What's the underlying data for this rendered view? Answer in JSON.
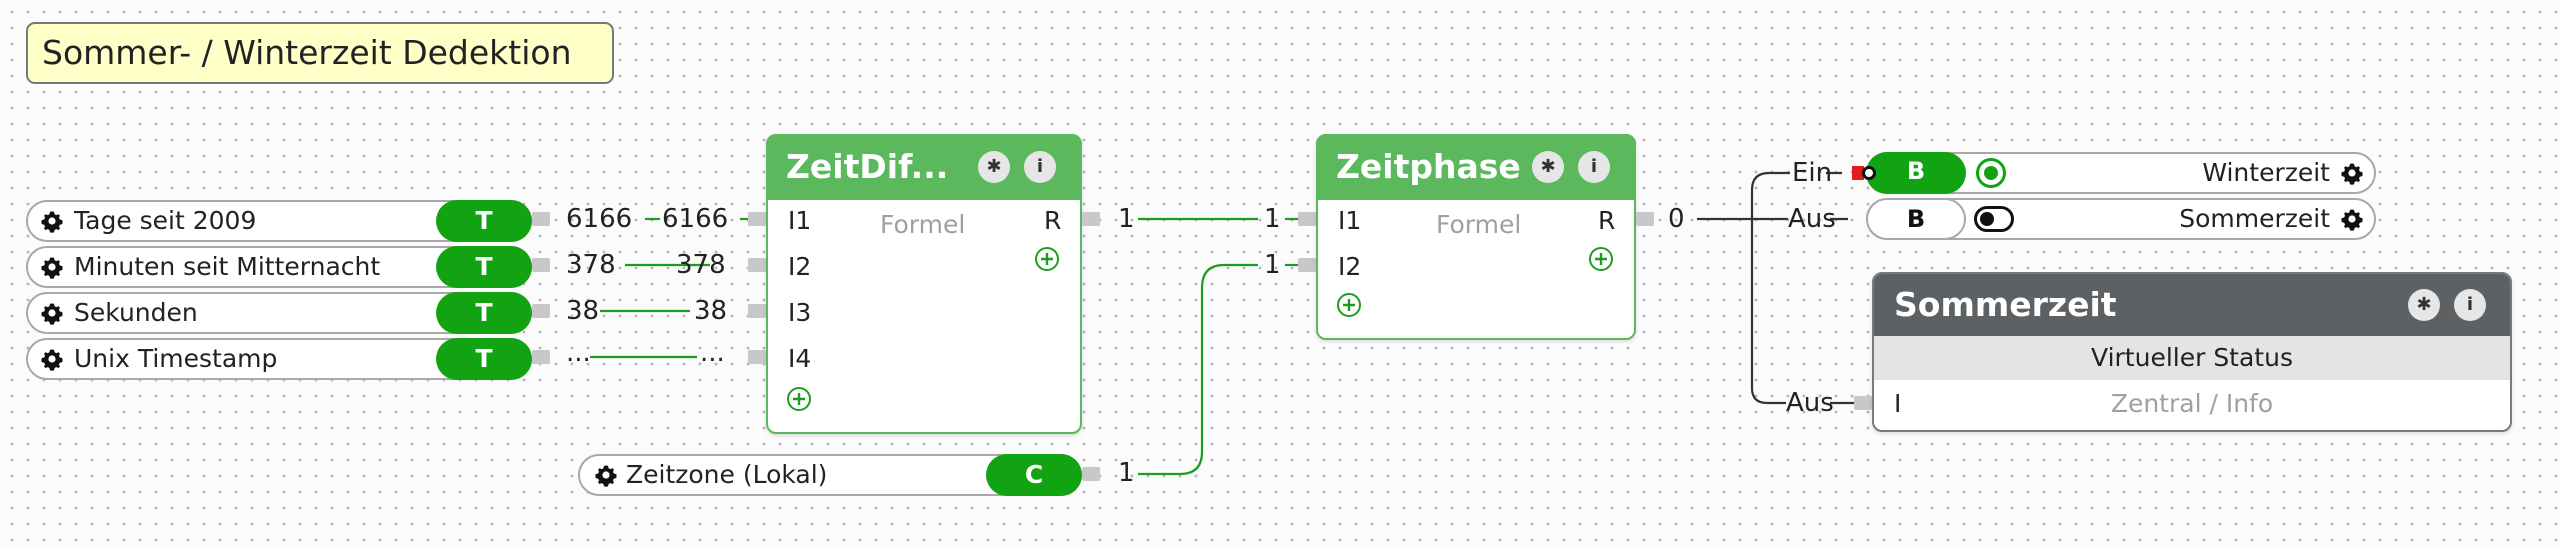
{
  "title_note": "Sommer- / Winterzeit Dedektion",
  "inputs": [
    {
      "label": "Tage seit 2009",
      "badge": "T",
      "value_out": "6166",
      "value_in": "6166",
      "port": "I1"
    },
    {
      "label": "Minuten seit Mitternacht",
      "badge": "T",
      "value_out": "378",
      "value_in": "378",
      "port": "I2"
    },
    {
      "label": "Sekunden",
      "badge": "T",
      "value_out": "38",
      "value_in": "38",
      "port": "I3"
    },
    {
      "label": "Unix Timestamp",
      "badge": "T",
      "value_out": "...",
      "value_in": "...",
      "port": "I4"
    }
  ],
  "zeitzone": {
    "label": "Zeitzone (Lokal)",
    "badge": "C",
    "value": "1"
  },
  "block1": {
    "title": "ZeitDif...",
    "subtitle": "Formel",
    "output": "R",
    "output_value": "1"
  },
  "block2": {
    "title": "Zeitphase",
    "inputs": [
      "I1",
      "I2"
    ],
    "subtitle": "Formel",
    "output": "R",
    "input_values": [
      "1",
      "1"
    ],
    "output_value": "0"
  },
  "outputs": [
    {
      "connector": "Ein",
      "badge": "B",
      "label": "Winterzeit",
      "badge_color": "#12a312",
      "indicator": "on"
    },
    {
      "connector": "Aus",
      "badge": "B",
      "label": "Sommerzeit",
      "badge_color": "#ffffff",
      "indicator": "off"
    }
  ],
  "status_block": {
    "title": "Sommerzeit",
    "subtitle": "Virtueller Status",
    "input": "I",
    "info": "Zentral / Info",
    "connector": "Aus"
  },
  "icons": {
    "gear": "gear-icon",
    "info": "info-icon",
    "add": "add-input-icon"
  }
}
